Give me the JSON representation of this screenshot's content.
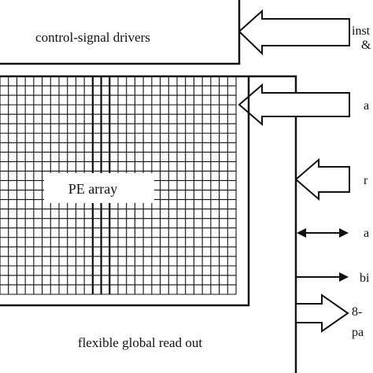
{
  "blocks": {
    "control_drivers": "control-signal drivers",
    "pe_array": "PE array",
    "global_readout": "flexible global read out"
  },
  "signals": {
    "instruction_line1": "inst",
    "instruction_line2": "&",
    "a_input": "a",
    "r_input": "r",
    "a_bidir": "a",
    "bi_output": "bi",
    "parallel_line1": "8-",
    "parallel_line2": "pa"
  },
  "grid": {
    "columns": 28,
    "rows": 23
  },
  "colors": {
    "stroke": "#111111",
    "background": "#ffffff"
  }
}
